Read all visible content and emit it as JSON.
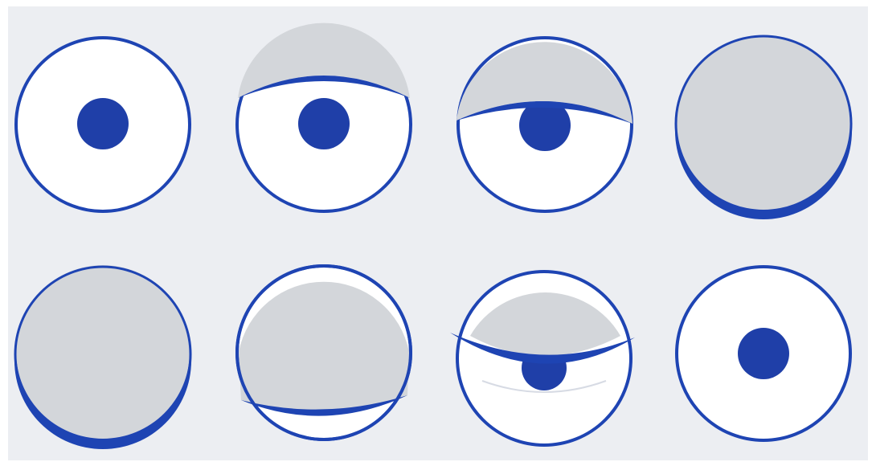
{
  "diagram": {
    "colors": {
      "panel_background": "#eceef2",
      "disc_fill": "#ffffff",
      "outline": "#1e44b3",
      "shadow": "#d3d6da",
      "dot": "#1f3fa8"
    },
    "rows": [
      {
        "stages": [
          {
            "id": "stage-1",
            "shape": "full-circle-with-center-dot"
          },
          {
            "id": "stage-2",
            "shape": "thin-cap-top-with-dot"
          },
          {
            "id": "stage-3",
            "shape": "half-cap-top-dot-partly-covered"
          },
          {
            "id": "stage-4",
            "shape": "fully-covered-rim-bottom"
          }
        ]
      },
      {
        "stages": [
          {
            "id": "stage-5",
            "shape": "fully-covered-rim-bottom"
          },
          {
            "id": "stage-6",
            "shape": "mostly-covered-rim-lower"
          },
          {
            "id": "stage-7",
            "shape": "cap-top-dot-peeking-below"
          },
          {
            "id": "stage-8",
            "shape": "full-circle-with-center-dot"
          }
        ]
      }
    ]
  }
}
